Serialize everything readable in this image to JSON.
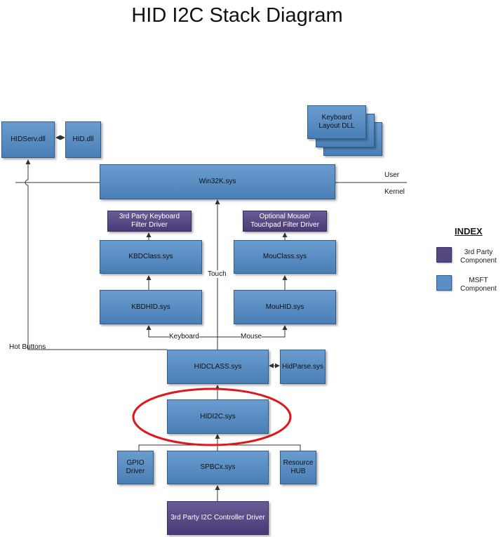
{
  "title": "HID I2C Stack Diagram",
  "boxes": {
    "hidserv": "HIDServ.dll",
    "hiddll": "HID.dll",
    "keyboard_layout": "Keyboard\nLayout DLL",
    "win32k": "Win32K.sys",
    "kbd_filter": "3rd Party Keyboard\nFilter Driver",
    "mouse_filter": "Optional Mouse/\nTouchpad Filter Driver",
    "kbdclass": "KBDClass.sys",
    "mouclass": "MouClass.sys",
    "kbdhid": "KBDHID.sys",
    "mouhid": "MouHID.sys",
    "hidclass": "HIDCLASS.sys",
    "hidparse": "HidParse.sys",
    "hidi2c": "HIDI2C.sys",
    "gpio": "GPIO\nDriver",
    "spbcx": "SPBCx.sys",
    "resource_hub": "Resource\nHUB",
    "i2c_controller": "3rd Party I2C Controller Driver"
  },
  "labels": {
    "user": "User",
    "kernel": "Kernel",
    "touch": "Touch",
    "keyboard": "Keyboard",
    "mouse": "Mouse",
    "hot_buttons": "Hot Buttons"
  },
  "index": {
    "title": "INDEX",
    "third_party": "3rd Party\nComponent",
    "msft": "MSFT\nComponent"
  },
  "colors": {
    "msft_blue": "#5b8ec4",
    "third_party_purple": "#56467f",
    "highlight_red": "#e0161b"
  }
}
